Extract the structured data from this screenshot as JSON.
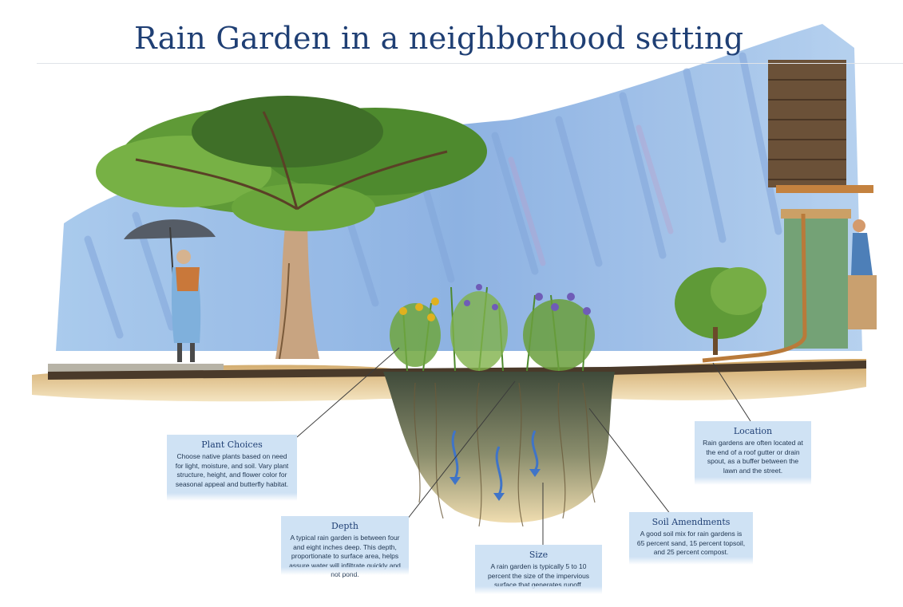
{
  "title": "Rain Garden in a neighborhood setting",
  "callouts": {
    "plant_choices": {
      "heading": "Plant Choices",
      "text": "Choose native plants based on need for light, moisture, and soil. Vary plant structure, height, and flower color for seasonal appeal and butterfly habitat."
    },
    "depth": {
      "heading": "Depth",
      "text": "A typical rain garden is between four and eight inches deep. This depth, proportionate to surface area, helps assure water will infiltrate quickly and not pond."
    },
    "size": {
      "heading": "Size",
      "text": "A rain garden is typically 5 to 10 percent the size of the impervious surface that generates runoff."
    },
    "soil_amendments": {
      "heading": "Soil Amendments",
      "text": "A good soil mix for rain gardens is 65 percent sand, 15 percent topsoil, and 25 percent compost."
    },
    "location": {
      "heading": "Location",
      "text": "Rain gardens are often located at the end of a roof gutter or drain spout, as a buffer between the lawn and the street."
    }
  },
  "colors": {
    "title": "#1f3f74",
    "callout_bg": "#cfe2f4",
    "rain": "#7ba7dc",
    "foliage": "#5f9a37",
    "soil": "#d8b77a"
  }
}
